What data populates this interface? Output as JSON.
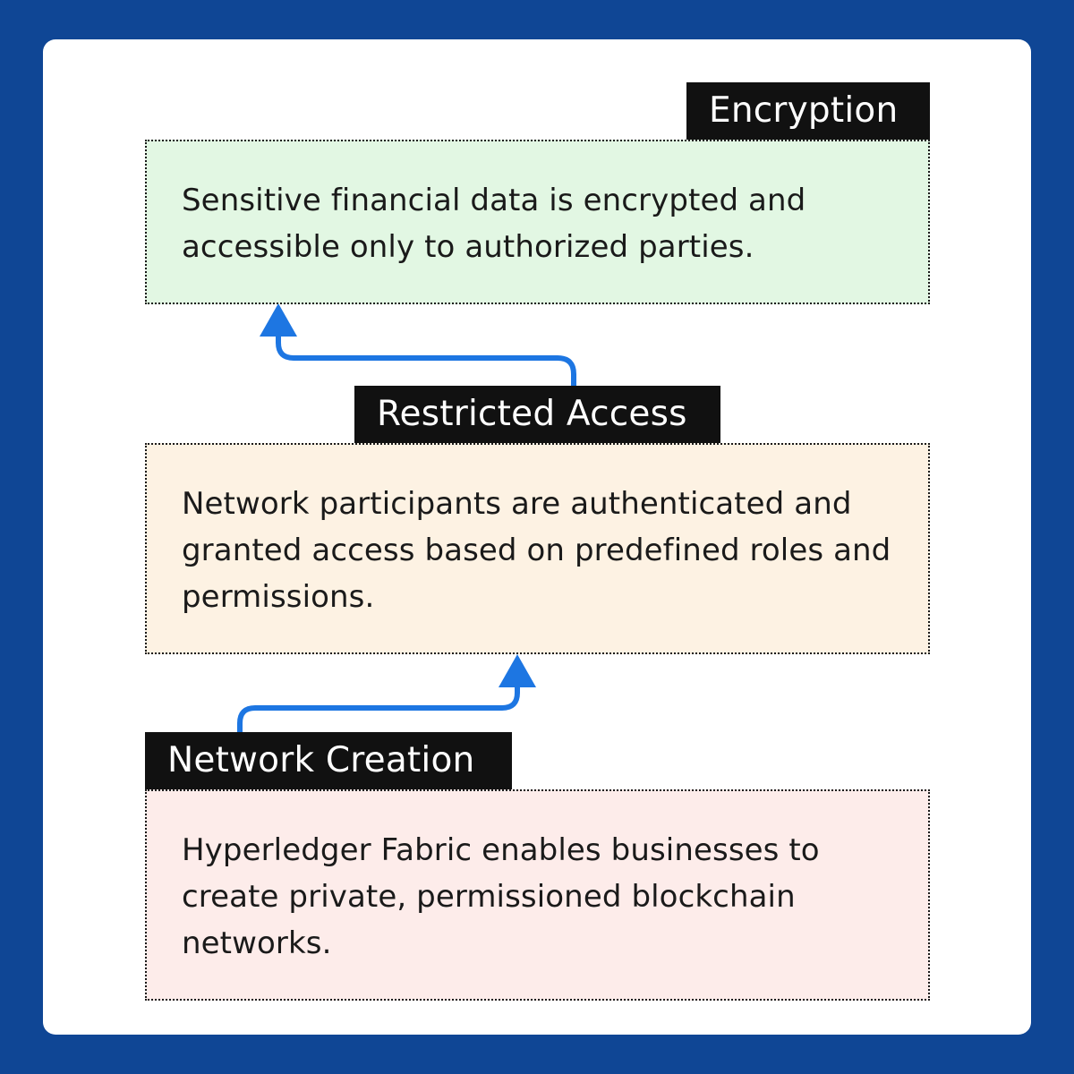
{
  "steps": [
    {
      "label": "Encryption",
      "text": "Sensitive financial data is encrypted and accessible only to authorized parties."
    },
    {
      "label": "Restricted Access",
      "text": "Network participants are authenticated and granted access based on predefined roles and permissions."
    },
    {
      "label": "Network Creation",
      "text": "Hyperledger Fabric enables businesses to create private, permissioned blockchain networks."
    }
  ],
  "colors": {
    "background": "#0f4695",
    "card": "#ffffff",
    "label_bg": "#111111",
    "label_text": "#ffffff",
    "arrow": "#1d76e2",
    "box_encryption": "#e2f7e3",
    "box_restricted": "#fdf2e3",
    "box_network": "#fdecea"
  }
}
